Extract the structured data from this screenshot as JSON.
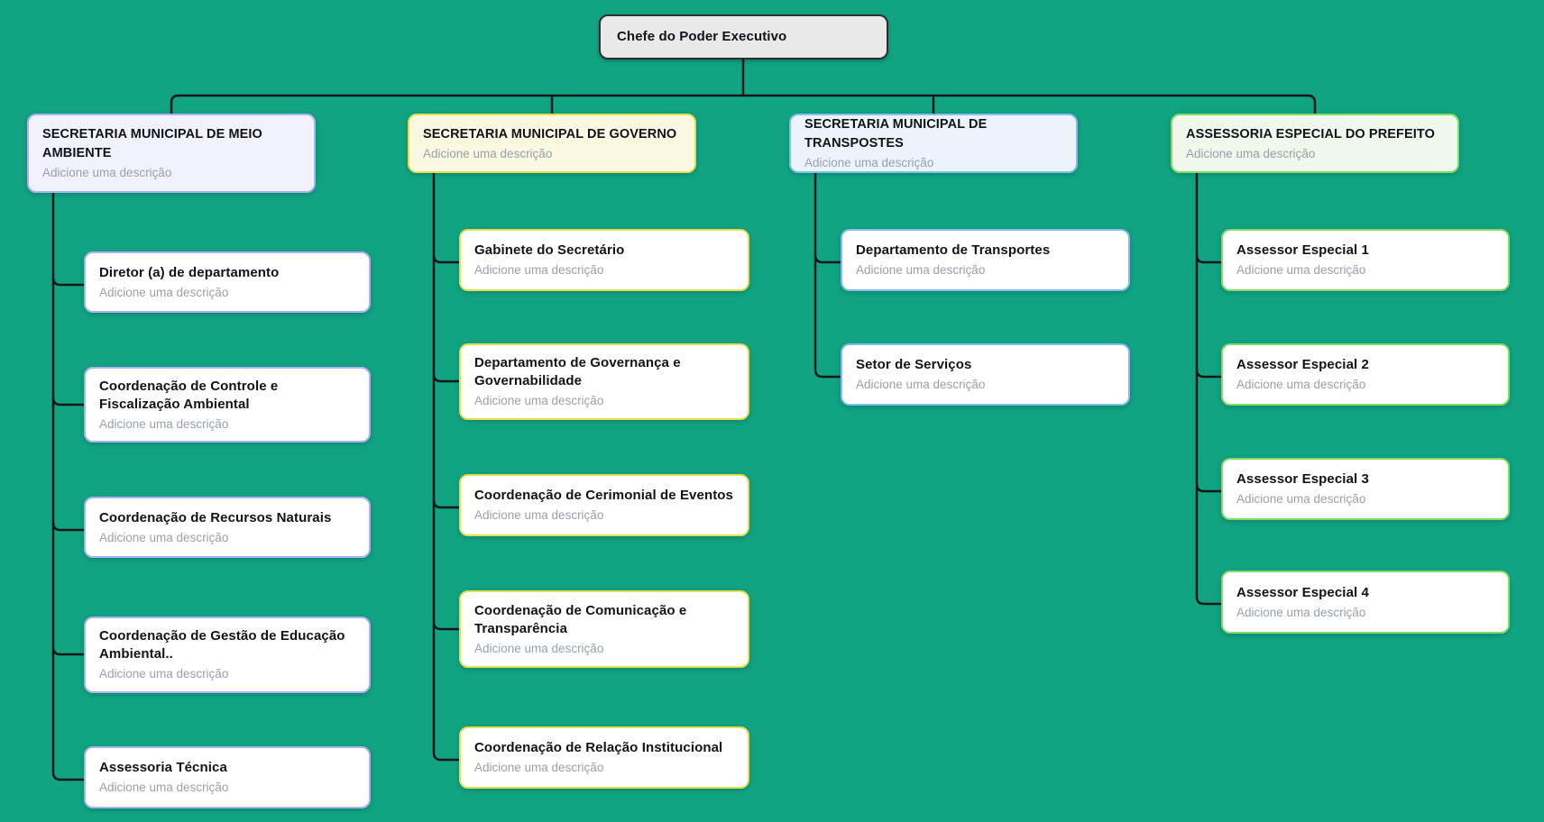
{
  "canvas": {
    "background_color": "#11a483",
    "connector_color": "#161616"
  },
  "root": {
    "title": "Chefe do Poder Executivo",
    "fill": "#e9e9e9",
    "border": "#2f2f2f"
  },
  "description_placeholder": "Adicione uma descrição",
  "branches": [
    {
      "title": "SECRETARIA MUNICIPAL DE MEIO AMBIENTE",
      "accent": "#a9b3f2",
      "fill": "#f1f2fd",
      "children": [
        {
          "title": "Diretor (a) de departamento"
        },
        {
          "title": "Coordenação de Controle e Fiscalização Ambiental"
        },
        {
          "title": "Coordenação de Recursos Naturais"
        },
        {
          "title": "Coordenação de Gestão de Educação Ambiental.."
        },
        {
          "title": "Assessoria Técnica"
        }
      ]
    },
    {
      "title": "SECRETARIA MUNICIPAL DE GOVERNO",
      "accent": "#e3de4e",
      "fill": "#fbf8e2",
      "children": [
        {
          "title": "Gabinete do Secretário"
        },
        {
          "title": "Departamento de Governança e Governabilidade"
        },
        {
          "title": "Coordenação de Cerimonial de Eventos"
        },
        {
          "title": "Coordenação de Comunicação e Transparência"
        },
        {
          "title": "Coordenação de Relação Institucional"
        }
      ]
    },
    {
      "title": "SECRETARIA MUNICIPAL DE TRANSPOSTES",
      "accent": "#7fbeee",
      "fill": "#edf3fb",
      "children": [
        {
          "title": "Departamento de Transportes"
        },
        {
          "title": "Setor de Serviços"
        }
      ]
    },
    {
      "title": "ASSESSORIA ESPECIAL DO PREFEITO",
      "accent": "#83dc66",
      "fill": "#f0f8ec",
      "children": [
        {
          "title": "Assessor Especial 1"
        },
        {
          "title": "Assessor Especial 2"
        },
        {
          "title": "Assessor Especial 3"
        },
        {
          "title": "Assessor Especial 4"
        }
      ]
    }
  ]
}
